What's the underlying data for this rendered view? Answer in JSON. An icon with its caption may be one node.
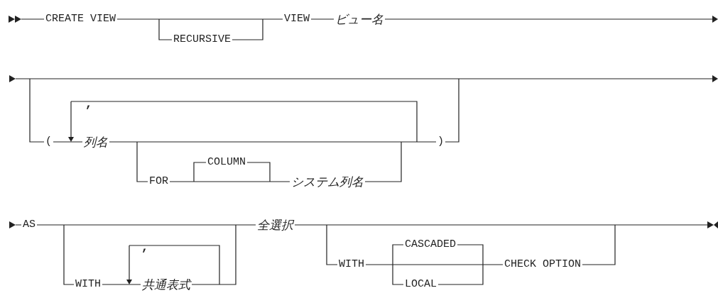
{
  "diagram": {
    "labels": [
      "CREATE VIEW",
      "RECURSIVE",
      "VIEW",
      "ビュー名",
      ",",
      "(",
      "列名",
      "FOR",
      "COLUMN",
      "システム列名",
      ")",
      "AS",
      "WITH",
      ",",
      "共通表式",
      "全選択",
      "WITH",
      "CASCADED",
      "LOCAL",
      "CHECK OPTION"
    ]
  }
}
